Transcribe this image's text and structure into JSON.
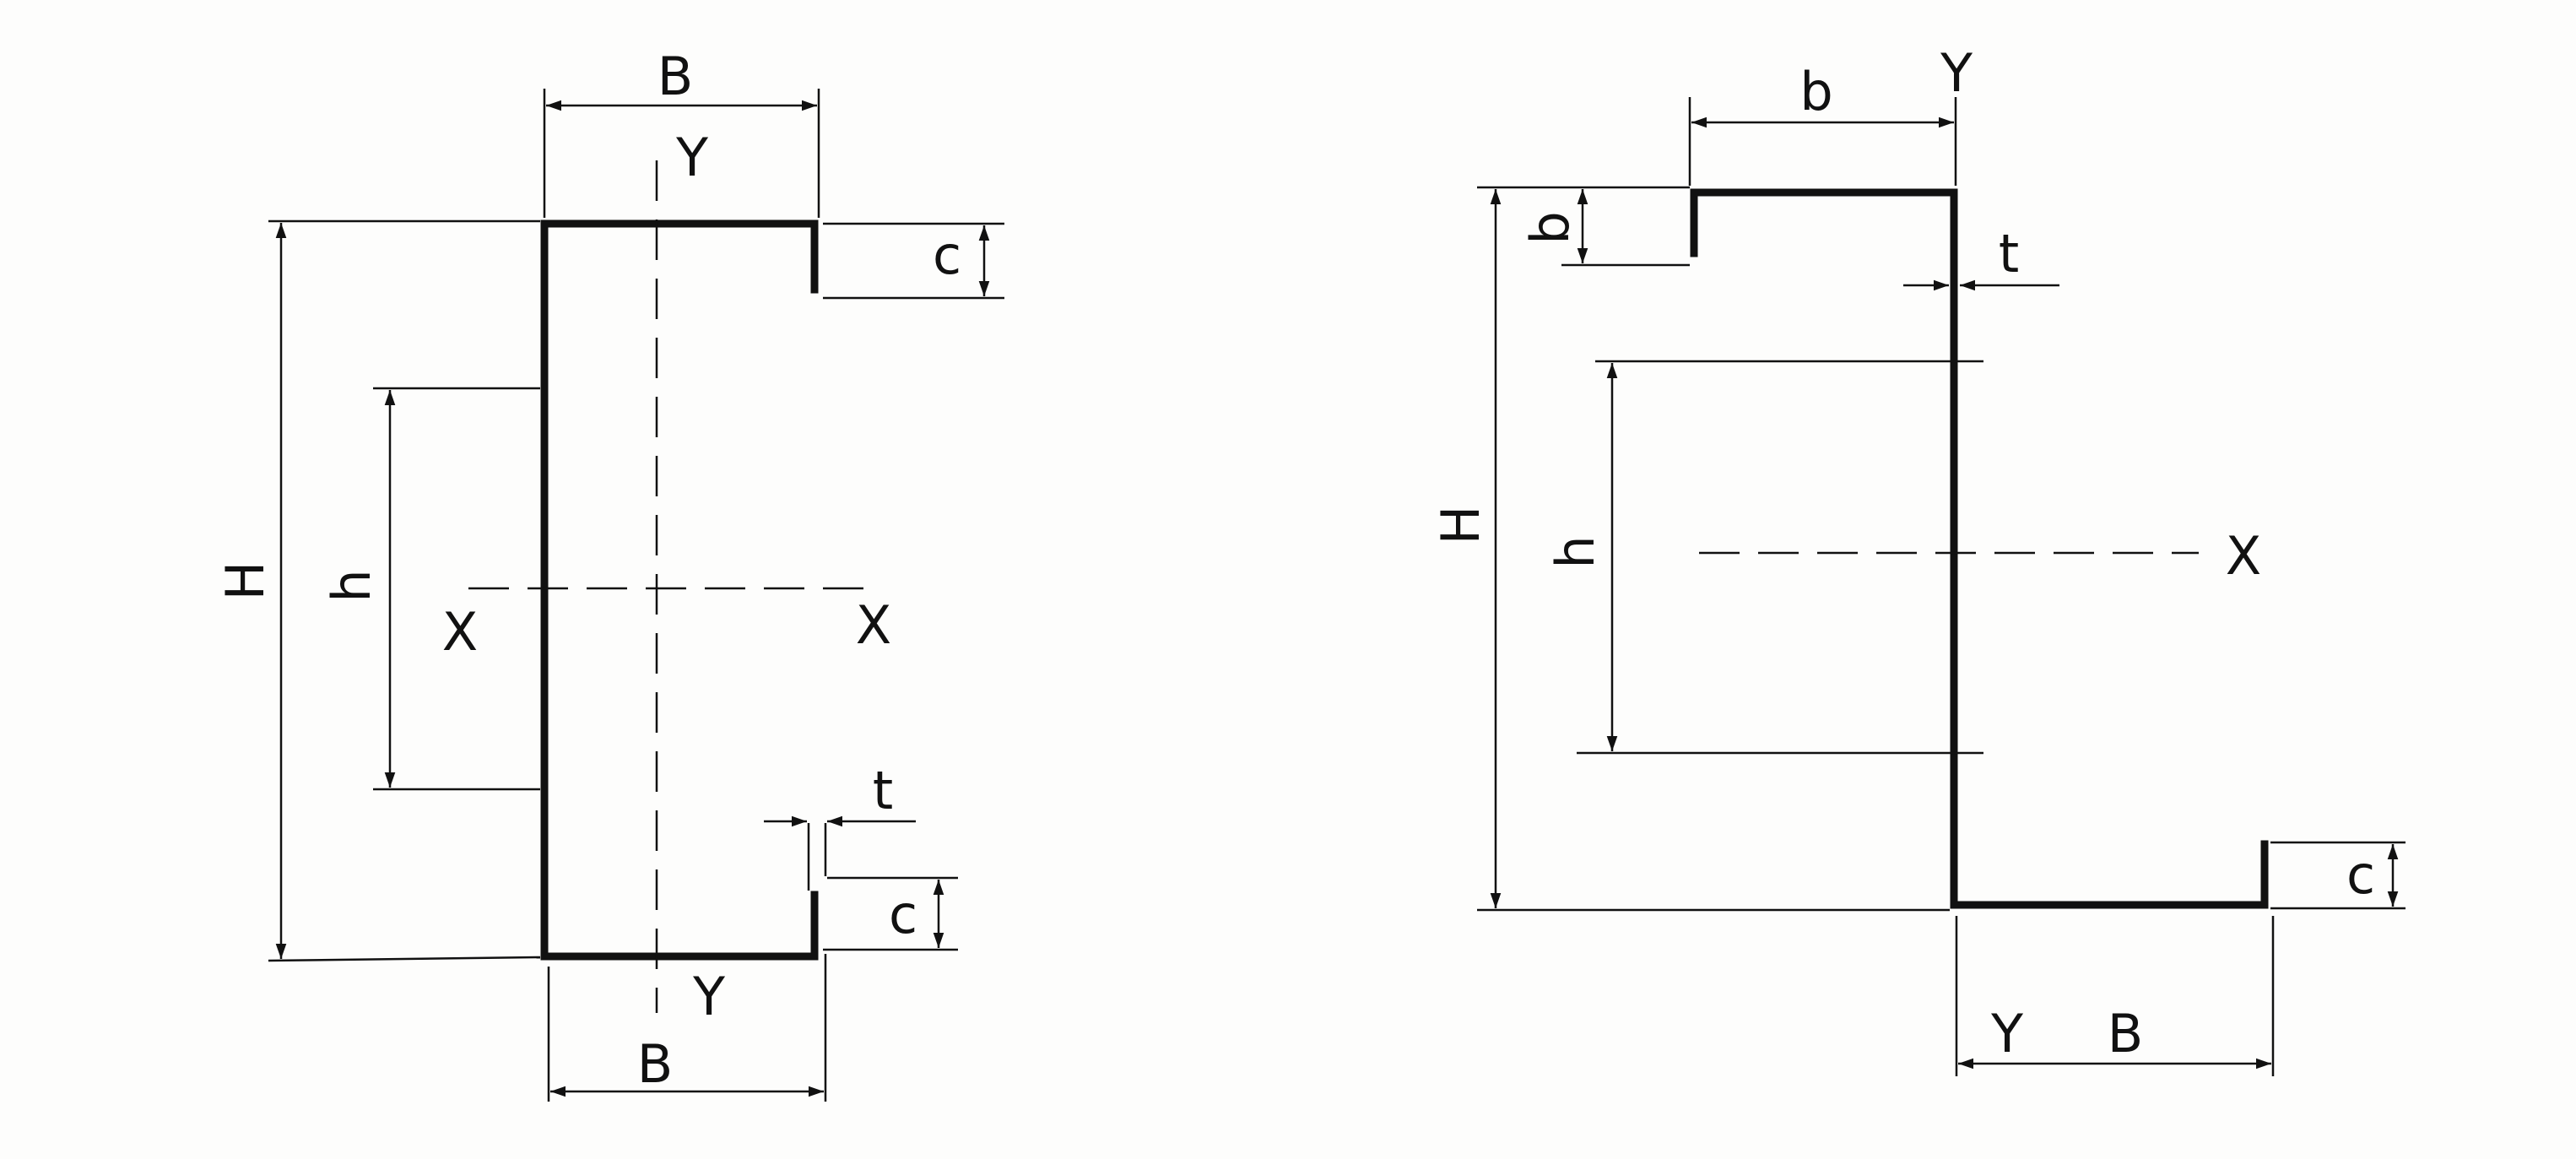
{
  "diagram": {
    "left": {
      "name": "C-section",
      "labels": {
        "B_top": "B",
        "B_bottom": "B",
        "H": "H",
        "h": "h",
        "c_top": "c",
        "c_bottom": "c",
        "t": "t",
        "X_left": "X",
        "X_right": "X",
        "Y_top": "Y",
        "Y_bottom": "Y"
      }
    },
    "right": {
      "name": "Z-section",
      "labels": {
        "b_top": "b",
        "b_lip": "b",
        "Y_top": "Y",
        "t": "t",
        "H": "H",
        "h": "h",
        "X": "X",
        "c": "c",
        "Y_bottom": "Y",
        "B": "B"
      }
    }
  }
}
